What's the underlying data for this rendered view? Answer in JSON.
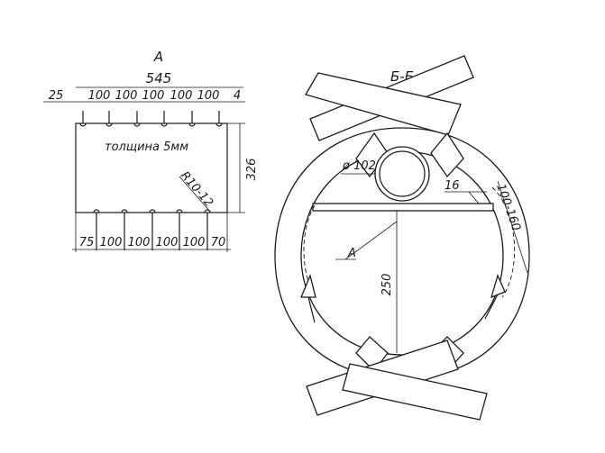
{
  "sheet_view": {
    "title": "А",
    "overall_length": "545",
    "top_dims": [
      "25",
      "100",
      "100",
      "100",
      "100",
      "100",
      "4"
    ],
    "bottom_dims": [
      "75",
      "100",
      "100",
      "100",
      "100",
      "70"
    ],
    "height": "326",
    "thickness_note": "толщина 5мм",
    "radius_note": "R10-12"
  },
  "section_view": {
    "title": "Б-Б",
    "pipe_diameter": "ø 102",
    "gap": "16",
    "range": "100-160",
    "leader_label": "А",
    "height": "250"
  }
}
